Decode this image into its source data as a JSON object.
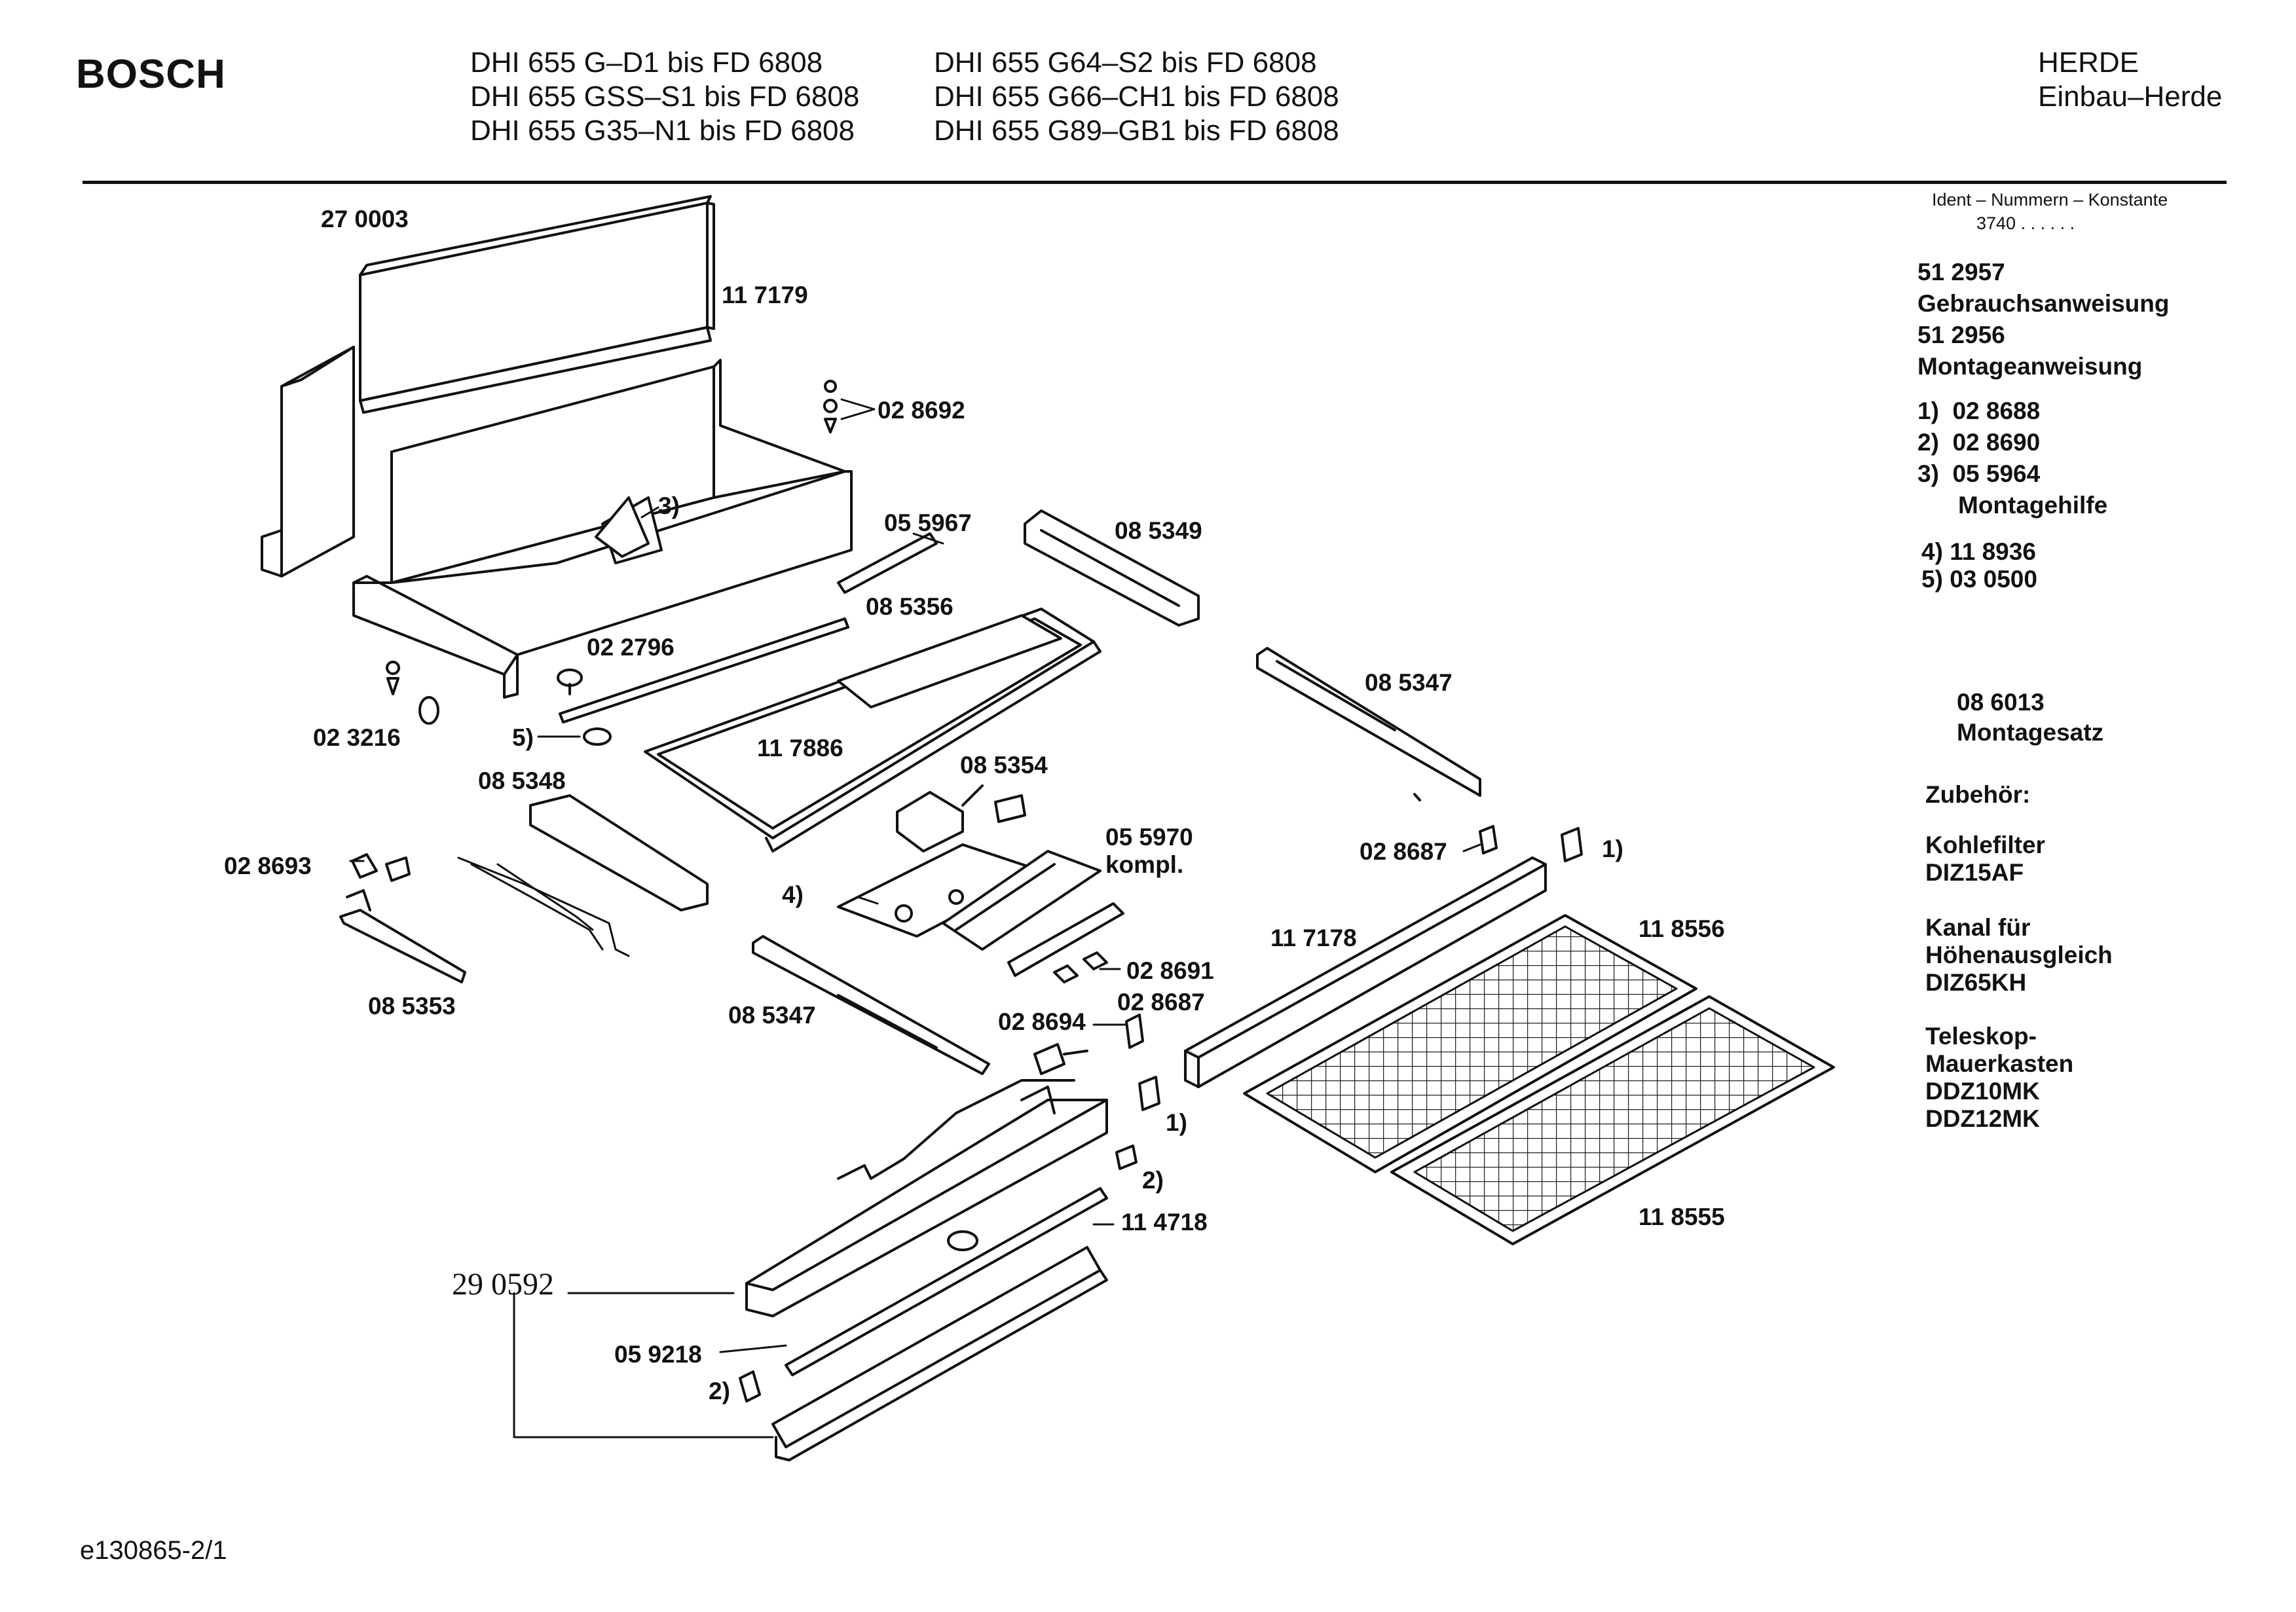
{
  "header": {
    "brand": "BOSCH",
    "models_col1": [
      "DHI 655 G–D1 bis FD 6808",
      "DHI 655 GSS–S1 bis FD 6808",
      "DHI 655 G35–N1 bis FD 6808"
    ],
    "models_col2": [
      "DHI 655 G64–S2 bis FD 6808",
      "DHI 655 G66–CH1 bis FD 6808",
      "DHI 655 G89–GB1 bis FD 6808"
    ],
    "category": "HERDE",
    "subcategory": "Einbau–Herde"
  },
  "sidebar": {
    "ident_heading": "Ident – Nummern – Konstante",
    "ident_value": "3740 .  .  .  .  .  .",
    "docs": [
      {
        "number": "51 2957",
        "label": "Gebrauchsanweisung"
      },
      {
        "number": "51 2956",
        "label": "Montageanweisung"
      }
    ],
    "notes": [
      {
        "ref": "1)",
        "number": "02 8688"
      },
      {
        "ref": "2)",
        "number": "02 8690"
      },
      {
        "ref": "3)",
        "number": "05 5964"
      }
    ],
    "note3_label": "Montagehilfe",
    "notes_b": [
      {
        "ref": "4)",
        "number": "11 8936"
      },
      {
        "ref": "5)",
        "number": "03 0500"
      }
    ],
    "kit_number": "08 6013",
    "kit_label": "Montagesatz",
    "accessories_heading": "Zubehör:",
    "accessories": [
      [
        "Kohlefilter",
        "DIZ15AF"
      ],
      [
        "Kanal für",
        "Höhenausgleich",
        "DIZ65KH"
      ],
      [
        "Teleskop-",
        "Mauerkasten",
        "DDZ10MK",
        "DDZ12MK"
      ]
    ]
  },
  "labels": {
    "p270003": "27 0003",
    "p117179": "11 7179",
    "p028692": "02 8692",
    "r3": "3)",
    "p055967": "05 5967",
    "p085349": "08 5349",
    "p085356": "08 5356",
    "p022796": "02 2796",
    "p023216": "02 3216",
    "r5": "5)",
    "p117886": "11 7886",
    "p085347a": "08 5347",
    "p085348": "08 5348",
    "p085354": "08 5354",
    "p055970": "05 5970",
    "kompl": "kompl.",
    "p028693": "02 8693",
    "r4": "4)",
    "p028687a": "02 8687",
    "r1a": "1)",
    "p117178": "11 7178",
    "p118556": "11 8556",
    "p028691": "02 8691",
    "p085353": "08 5353",
    "p085347b": "08 5347",
    "p028694": "02 8694",
    "p028687b": "02 8687",
    "r1b": "1)",
    "r2a": "2)",
    "p114718": "11 4718",
    "p118555": "11 8555",
    "p290592": "29 0592",
    "p059218": "05 9218",
    "r2b": "2)"
  },
  "footer": {
    "drawing_id": "e130865-2/1"
  }
}
